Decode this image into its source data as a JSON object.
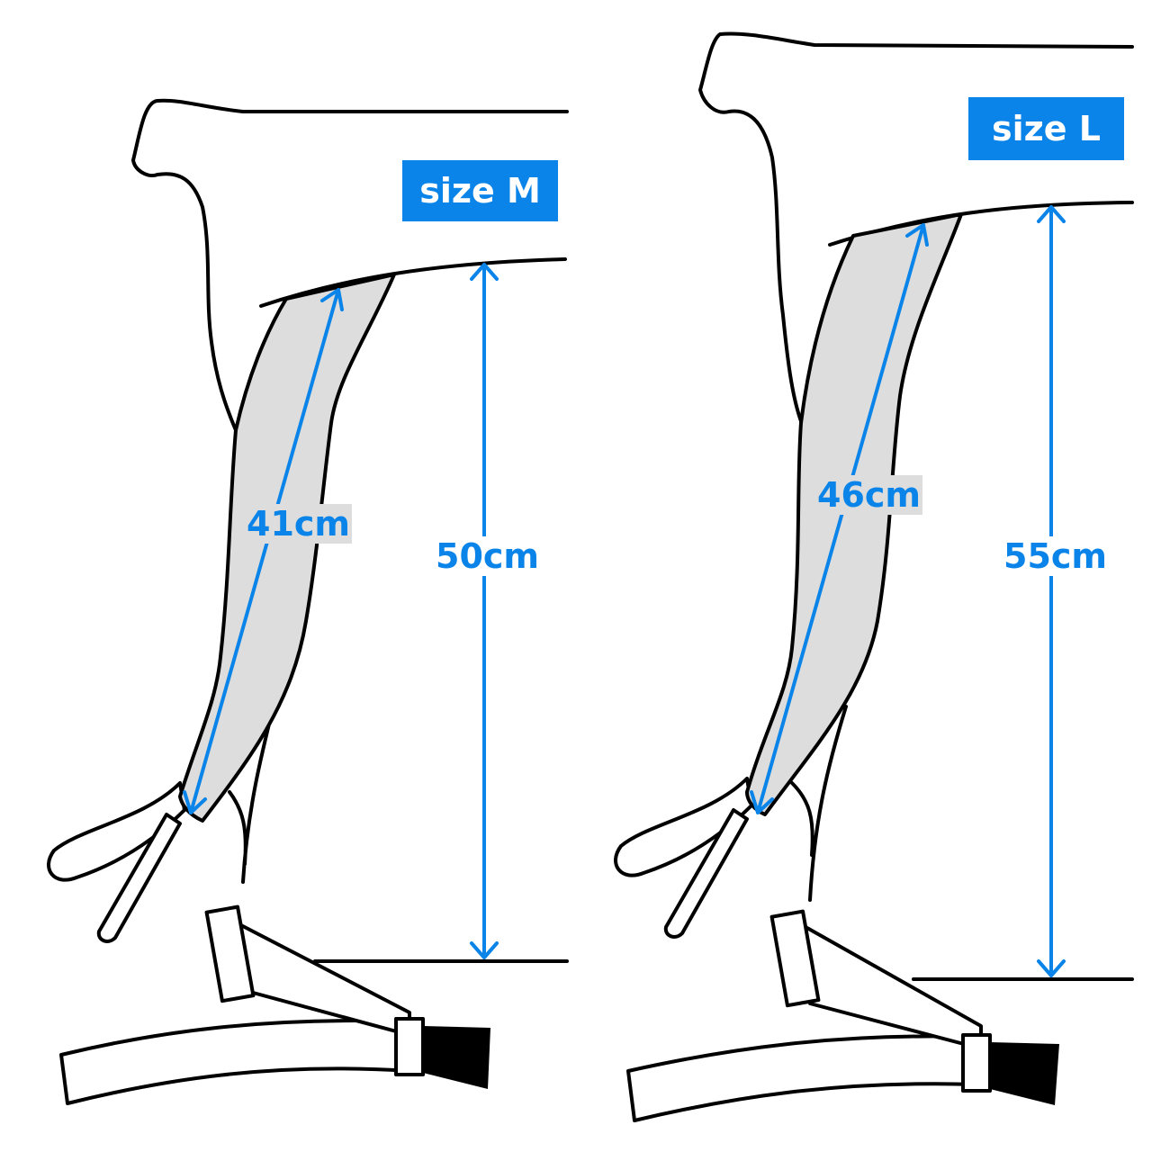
{
  "colors": {
    "accent": "#0a84e8",
    "strap": "#dcdddc"
  },
  "sizes": [
    {
      "badge": "size M",
      "strap_length": "41cm",
      "back_length": "50cm"
    },
    {
      "badge": "size L",
      "strap_length": "46cm",
      "back_length": "55cm"
    }
  ]
}
